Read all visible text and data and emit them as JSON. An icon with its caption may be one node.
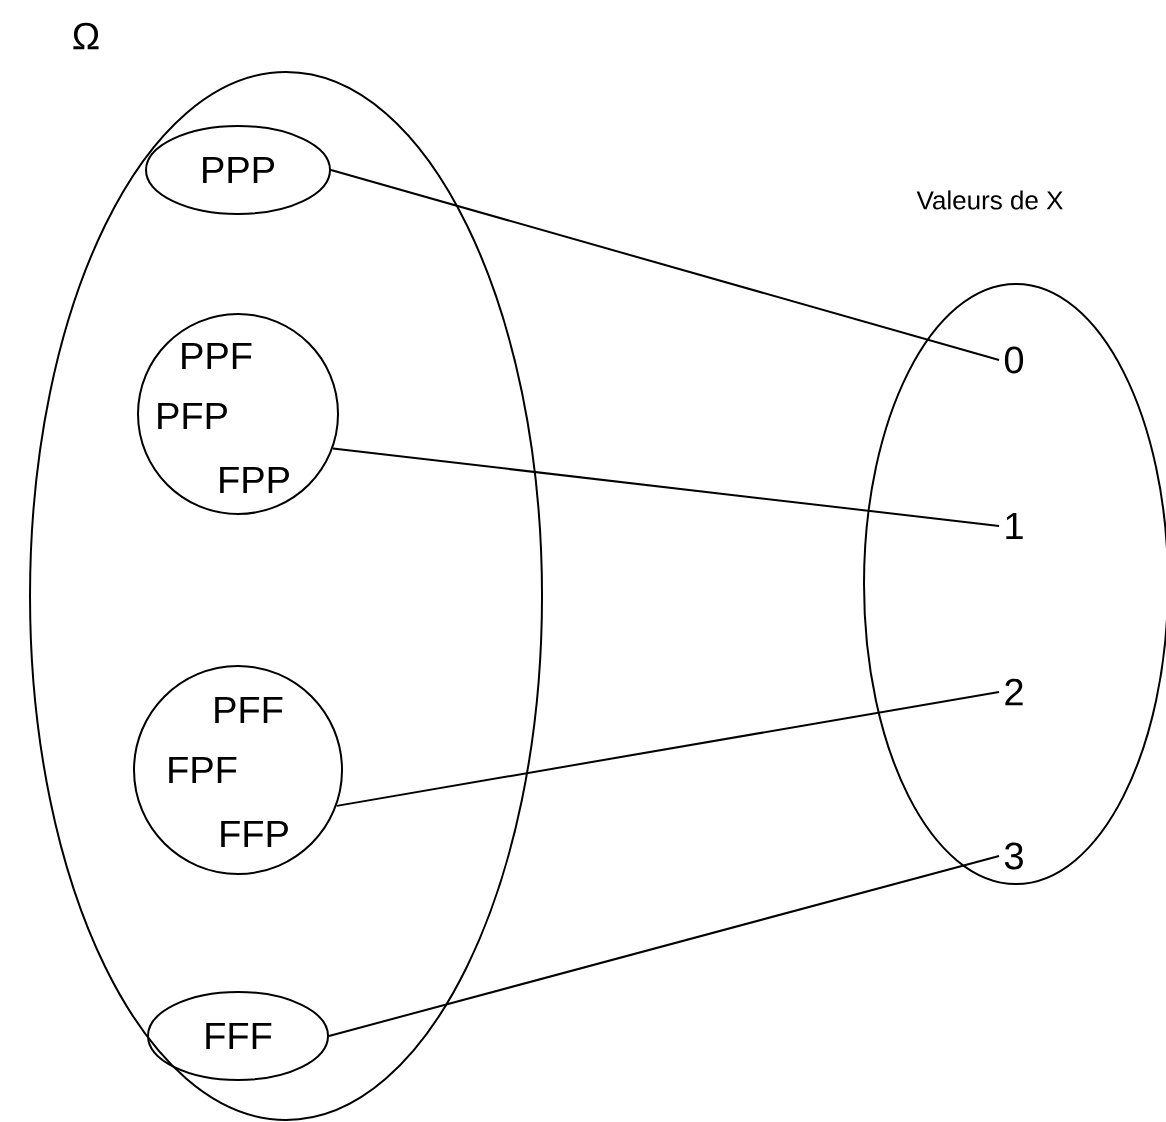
{
  "diagram": {
    "nodes": [
      {
        "text": [
          "Ω"
        ]
      },
      {
        "text": [
          "PPP"
        ],
        "in": 0
      },
      {
        "text": [
          "PPF",
          "PFP",
          "FPP"
        ],
        "in": 0
      },
      {
        "text": [
          "PFF",
          "FPF",
          "FFP"
        ],
        "in": 0
      },
      {
        "text": [
          "FFF"
        ],
        "in": 0
      },
      {
        "text": [
          "Valeurs de X"
        ]
      },
      {
        "text": [
          "0"
        ],
        "in": 5
      },
      {
        "text": [
          "1"
        ],
        "in": 5
      },
      {
        "text": [
          "2"
        ],
        "in": 5
      },
      {
        "text": [
          "3"
        ],
        "in": 5
      }
    ],
    "edges": [
      {
        "from": 1,
        "to": 6,
        "arrow": "none"
      },
      {
        "from": 2,
        "to": 7,
        "arrow": "none"
      },
      {
        "from": 3,
        "to": 8,
        "arrow": "none"
      },
      {
        "from": 4,
        "to": 9,
        "arrow": "none"
      }
    ]
  }
}
